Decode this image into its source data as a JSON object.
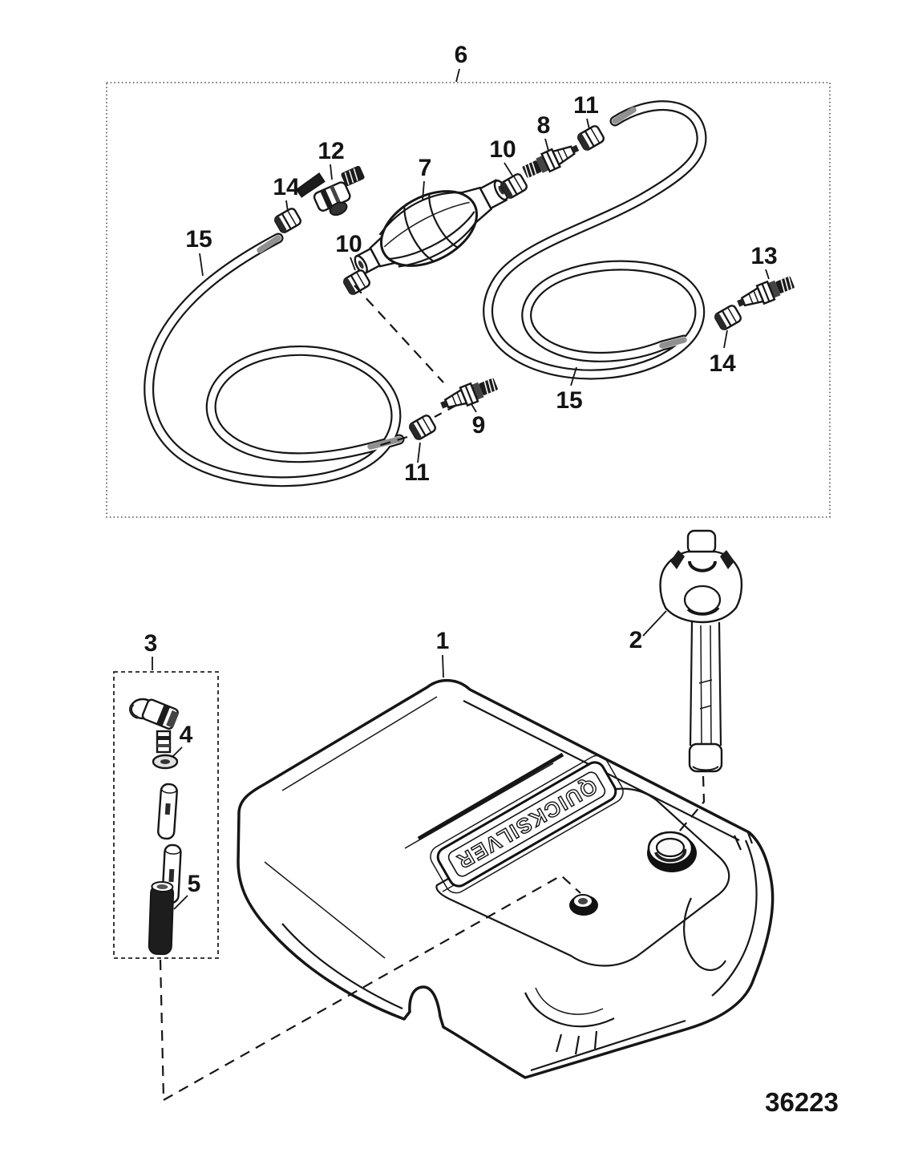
{
  "diagram": {
    "figure_number": "36223",
    "brand": "QUICKSILVER",
    "callouts": {
      "tank": "1",
      "fuel_gauge_cap": "2",
      "pickup_kit": "3",
      "seal": "4",
      "filter": "5",
      "line_assembly": "6",
      "primer_bulb": "7",
      "barb_fitting_8": "8",
      "barb_fitting_9": "9",
      "nut_10_upper": "10",
      "nut_10_lower": "10",
      "nut_11_upper": "11",
      "nut_11_lower": "11",
      "connector_12": "12",
      "barb_fitting_13": "13",
      "nut_14_left": "14",
      "nut_14_right": "14",
      "hose_left": "15",
      "hose_right": "15"
    }
  }
}
